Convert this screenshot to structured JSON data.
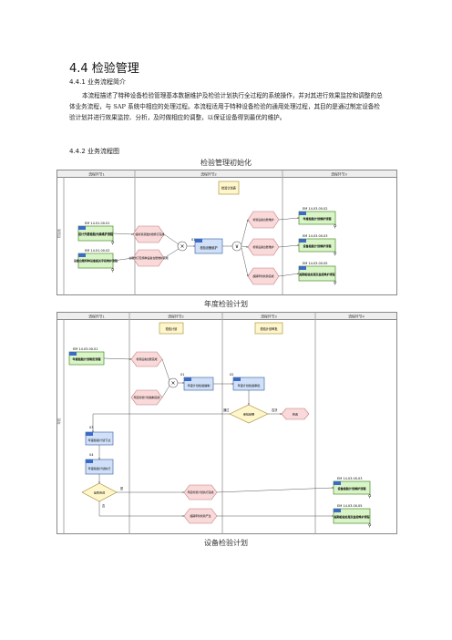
{
  "section": {
    "title": "4.4 检验管理",
    "sub1": "4.4.1 业务流程简介",
    "paragraph": "本流程描述了特种设备检验管理基本数据维护及检验计划执行全过程的系统操作，并对其进行效果监控和调整的总体业务流程，与 SAP 系统中相应的处理过程。本流程适用于特种设备检验的通用处理过程，其目的是通过制定设备检验计划并进行效果监控、分析，及时做相应的调整，以保证设备得到最优的维护。",
    "sub2": "4.4.2 业务流程图"
  },
  "captions": {
    "c1": "检验管理初始化",
    "c2": "年度检验计划",
    "c3": "设备检验计划"
  },
  "diagram1": {
    "lanes": [
      "流程环节1",
      "流程环节2",
      "流程环节3"
    ],
    "side_label": "初始化",
    "top_box": "检验计划表",
    "ref_l1": "EM 14.01.00.01",
    "box_l1": "设计外委检验大纲维护流程",
    "ref_l2": "EM 14.01.00.02",
    "box_l2": "设备台账特种设备相关字段维护流程",
    "mid_1": "一般检验基础文档修订完成",
    "mid_2": "台账修订及特种设备台账维护完成",
    "step": "检验设备维护",
    "step_no": "01",
    "out_1": "检验设备台账维护",
    "out_2": "检验设备台账维护",
    "out_3": "超期年检检验完成",
    "ref_r1": "EM 14.03.00.02",
    "box_r1": "年度检验计划维护流程",
    "ref_r2": "EM 14.03.00.03",
    "box_r2": "设备检验计划维护流程",
    "ref_r3": "EM 14.03.00.05",
    "box_r3": "超期检验处理及监控维护流程"
  },
  "diagram2": {
    "lanes": [
      "流程环节1",
      "流程环节2",
      "流程环节3",
      "流程环节4"
    ],
    "side_label": "年检",
    "top_box_1": "检验计划",
    "top_box_2": "检验计划审批",
    "ref_l1": "EM 14.03.00.01",
    "box_l1": "年度检验计划制定流程",
    "mid_1": "检验设备台账完成",
    "mid_2": "年度检验计划编制完成",
    "step_no_1": "01",
    "step_1": "年度计划检验编制",
    "step_no_2": "02",
    "step_2": "年度计划检验审批",
    "gateway_1": "审批结果",
    "yes": "通过",
    "no": "否决",
    "reject": "修改",
    "step_no_3": "03",
    "step_3": "年度检验计划下达",
    "step_no_4": "04",
    "step_4": "年度检验计划执行",
    "gateway_2": "是否完成",
    "g2_yes": "是",
    "g2_no": "否",
    "end_1": "年度检验计划执行完成",
    "end_2": "超期年检检验产生",
    "ref_r1": "EM 14.03.00.03",
    "box_r1": "设备检验计划维护流程",
    "ref_r2": "EM 14.03.00.05",
    "box_r2": "超期检验处理及监控维护流程"
  }
}
